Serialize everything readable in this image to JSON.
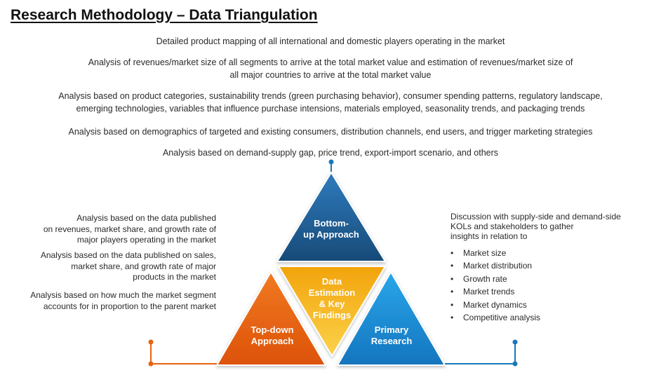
{
  "title": "Research Methodology – Data Triangulation",
  "top_lines": [
    [
      "Detailed product mapping of all international and domestic players operating in the market"
    ],
    [
      "Analysis of revenues/market size of all segments to arrive at the total market value and estimation of revenues/market size of",
      "all major countries to arrive at the total market value"
    ],
    [
      "Analysis based on product categories, sustainability trends (green purchasing behavior), consumer spending patterns, regulatory landscape,",
      "emerging technologies, variables that influence purchase intensions, materials employed, seasonality trends, and packaging trends"
    ],
    [
      "Analysis based on demographics of targeted and existing consumers, distribution channels, end users, and trigger marketing strategies"
    ],
    [
      "Analysis based on demand-supply gap, price trend, export-import scenario, and others"
    ]
  ],
  "left_paragraphs": [
    [
      "Analysis based on the data published",
      "on revenues, market share, and growth rate of",
      "major players operating in the market"
    ],
    [
      "Analysis based on the data published on sales,",
      "market share, and growth rate of major",
      "products in the market"
    ],
    [
      "Analysis based on how much the market segment",
      "accounts for in proportion to the parent market"
    ]
  ],
  "right_intro": [
    "Discussion with supply-side and demand-side",
    "KOLs and stakeholders to gather",
    "insights in relation to"
  ],
  "bullet_symbol": "•",
  "right_bullets": [
    "Market size",
    "Market distribution",
    "Growth rate",
    "Market trends",
    "Market dynamics",
    "Competitive analysis"
  ],
  "triangles": {
    "bottom_up": [
      "Bottom-",
      "up Approach"
    ],
    "center": [
      "Data",
      "Estimation",
      "& Key",
      "Findings"
    ],
    "top_down": [
      "Top-down",
      "Approach"
    ],
    "primary": [
      "Primary",
      "Research"
    ]
  },
  "colors": {
    "bottom_up": "#1f5f95",
    "center": "#f5b20f",
    "top_down": "#e8620f",
    "primary": "#1b8fd6",
    "line_blue": "#1a78b8",
    "line_orange": "#e8620f"
  }
}
